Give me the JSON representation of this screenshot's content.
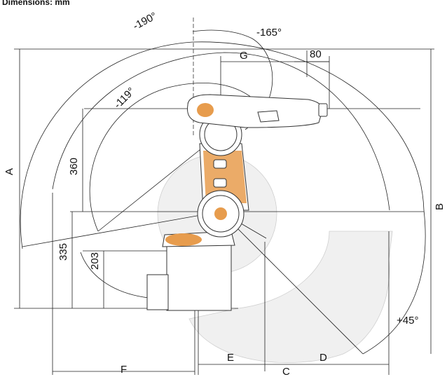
{
  "header": {
    "title": "Dimensions: mm"
  },
  "angles": {
    "a1": "-190°",
    "a2": "-165°",
    "a3": "-119°",
    "a4": "+45°"
  },
  "dimensions": {
    "g": "G",
    "d80": "80",
    "a": "A",
    "b": "B",
    "d360": "360",
    "d335": "335",
    "d203": "203",
    "e": "E",
    "c": "C",
    "d": "D",
    "f": "F"
  },
  "colors": {
    "accent": "#e79c4d",
    "line": "#222222",
    "zone": "#e4e4e4"
  }
}
